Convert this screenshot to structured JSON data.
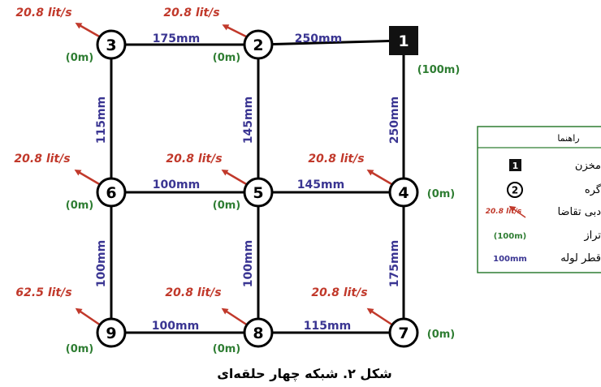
{
  "colors": {
    "pipe": "#000000",
    "diameter": "#3a3592",
    "flow": "#c1392b",
    "elevation": "#2e7d32",
    "legend_border": "#2e7d32"
  },
  "nodes": [
    {
      "id": "1",
      "type": "reservoir",
      "elevation": "(100m)"
    },
    {
      "id": "2",
      "type": "junction",
      "elevation": "(0m)",
      "demand": "20.8 lit/s"
    },
    {
      "id": "3",
      "type": "junction",
      "elevation": "(0m)",
      "demand": "20.8 lit/s"
    },
    {
      "id": "4",
      "type": "junction",
      "elevation": "(0m)",
      "demand": "20.8 lit/s"
    },
    {
      "id": "5",
      "type": "junction",
      "elevation": "(0m)",
      "demand": "20.8 lit/s"
    },
    {
      "id": "6",
      "type": "junction",
      "elevation": "(0m)",
      "demand": "20.8 lit/s"
    },
    {
      "id": "7",
      "type": "junction",
      "elevation": "(0m)",
      "demand": "20.8 lit/s"
    },
    {
      "id": "8",
      "type": "junction",
      "elevation": "(0m)",
      "demand": "20.8 lit/s"
    },
    {
      "id": "9",
      "type": "junction",
      "elevation": "(0m)",
      "demand": "62.5 lit/s"
    }
  ],
  "pipes": [
    {
      "from": "1",
      "to": "2",
      "diameter": "250mm"
    },
    {
      "from": "2",
      "to": "3",
      "diameter": "175mm"
    },
    {
      "from": "3",
      "to": "6",
      "diameter": "115mm"
    },
    {
      "from": "2",
      "to": "5",
      "diameter": "145mm"
    },
    {
      "from": "1",
      "to": "4",
      "diameter": "250mm"
    },
    {
      "from": "6",
      "to": "5",
      "diameter": "100mm"
    },
    {
      "from": "5",
      "to": "4",
      "diameter": "145mm"
    },
    {
      "from": "6",
      "to": "9",
      "diameter": "100mm"
    },
    {
      "from": "5",
      "to": "8",
      "diameter": "100mm"
    },
    {
      "from": "4",
      "to": "7",
      "diameter": "175mm"
    },
    {
      "from": "9",
      "to": "8",
      "diameter": "100mm"
    },
    {
      "from": "8",
      "to": "7",
      "diameter": "115mm"
    }
  ],
  "legend": {
    "title": "راهنما",
    "items": [
      {
        "symbol": "reservoir",
        "symbol_text": "1",
        "label": "مخزن"
      },
      {
        "symbol": "junction",
        "symbol_text": "2",
        "label": "گره"
      },
      {
        "symbol": "demand",
        "symbol_text": "20.8 lit/s",
        "label": "دبی تقاضا"
      },
      {
        "symbol": "elevation",
        "symbol_text": "(100m)",
        "label": "تراز"
      },
      {
        "symbol": "diameter",
        "symbol_text": "100mm",
        "label": "قطر لوله"
      }
    ]
  },
  "caption": "شکل ۲. شبکه چهار حلقه‌ای"
}
